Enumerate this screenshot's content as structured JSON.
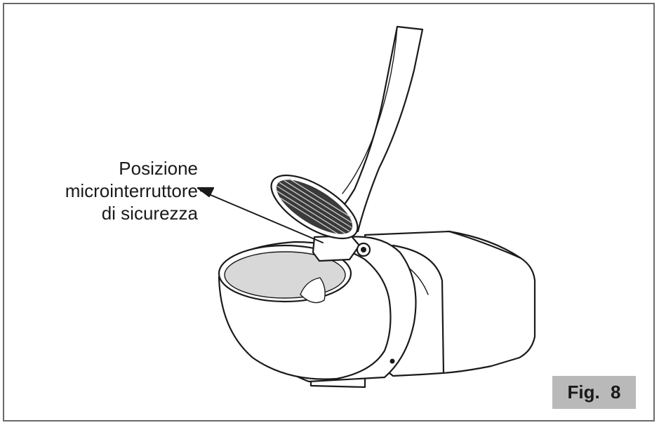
{
  "callout": {
    "lines": [
      "Posizione",
      "microinterruttore",
      "di  sicurezza"
    ]
  },
  "figure_label": "Fig.  8",
  "colors": {
    "frame": "#6a6a6a",
    "badge": "#b9b9b9",
    "outline": "#1a1a1a",
    "bowl_inner": "#d8d8d8"
  }
}
